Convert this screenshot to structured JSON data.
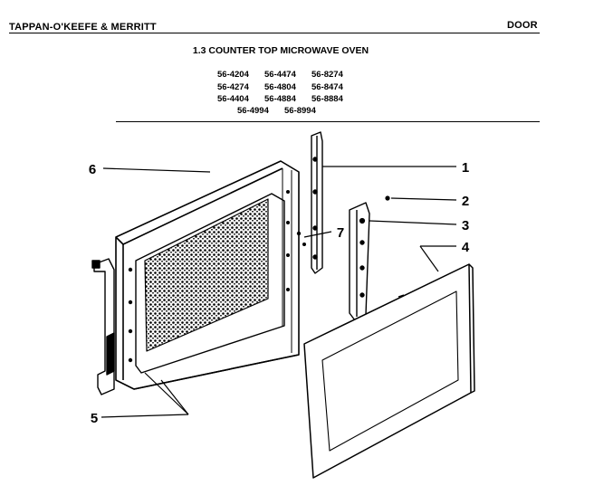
{
  "header": {
    "manufacturer": "TAPPAN-O'KEEFE & MERRITT",
    "section": "DOOR"
  },
  "title": "1.3 COUNTER TOP MICROWAVE OVEN",
  "models": [
    [
      "56-4204",
      "56-4474",
      "56-8274"
    ],
    [
      "56-4274",
      "56-4804",
      "56-8474"
    ],
    [
      "56-4404",
      "56-4884",
      "56-8884"
    ],
    [
      "56-4994",
      "56-8994"
    ]
  ],
  "callouts": [
    "1",
    "2",
    "3",
    "4",
    "5",
    "6",
    "7"
  ]
}
